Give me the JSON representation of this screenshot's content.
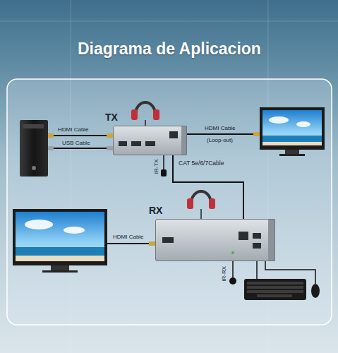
{
  "diagram": {
    "title": "Diagrama de Aplicacion",
    "nodes": [
      {
        "text": [
          "TX"
        ]
      },
      {
        "text": [
          "RX"
        ]
      }
    ],
    "edges": [
      {
        "from": 0,
        "to": 1,
        "label": "CAT 5e/6/7Cable",
        "arrow": "none"
      }
    ],
    "labels": [
      "HDMI Cable",
      "USB Cable",
      "HDMI Cable",
      "(Loop-out)",
      "IR-TX",
      "HDMI Cable",
      "IR-RX"
    ]
  }
}
